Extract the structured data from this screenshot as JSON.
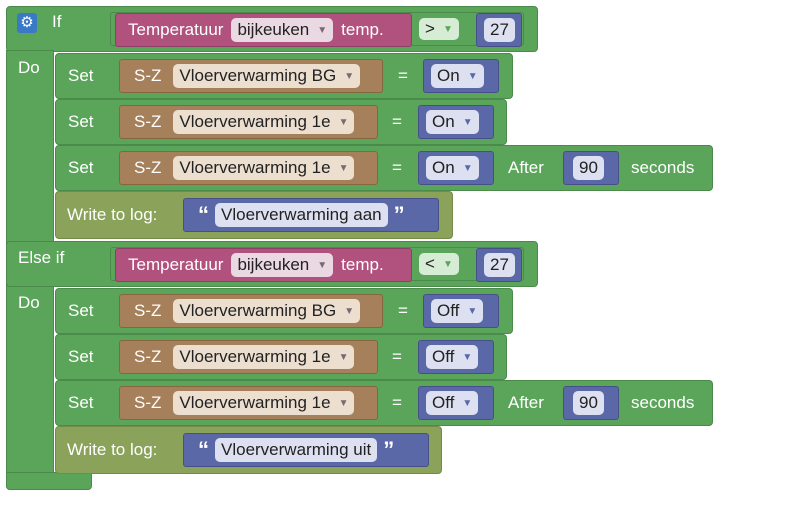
{
  "labels": {
    "if": "If",
    "do": "Do",
    "else_if": "Else if",
    "set": "Set",
    "write_to_log": "Write to log:",
    "after": "After",
    "seconds": "seconds",
    "temperature_block": "Temperatuur",
    "temp_suffix": "temp.",
    "device_prefix": "S-Z",
    "equals": "=",
    "quote_open": "“",
    "quote_close": "”"
  },
  "if_condition": {
    "sensor": "bijkeuken",
    "operator": ">",
    "value": "27"
  },
  "if_actions": [
    {
      "device": "Vloerverwarming BG",
      "state": "On"
    },
    {
      "device": "Vloerverwarming 1e",
      "state": "On"
    },
    {
      "device": "Vloerverwarming 1e",
      "state": "On",
      "after": "90"
    }
  ],
  "if_log": "Vloerverwarming aan",
  "else_if_condition": {
    "sensor": "bijkeuken",
    "operator": "<",
    "value": "27"
  },
  "else_if_actions": [
    {
      "device": "Vloerverwarming BG",
      "state": "Off"
    },
    {
      "device": "Vloerverwarming 1e",
      "state": "Off"
    },
    {
      "device": "Vloerverwarming 1e",
      "state": "Off",
      "after": "90"
    }
  ],
  "else_if_log": "Vloerverwarming uit",
  "colors": {
    "logic_green": "#5ba55b",
    "temperature_purple": "#b0517e",
    "device_brown": "#a5805a",
    "value_blue": "#5a68a8",
    "log_olive": "#8aa25a",
    "gear_blue": "#3a78c8"
  }
}
